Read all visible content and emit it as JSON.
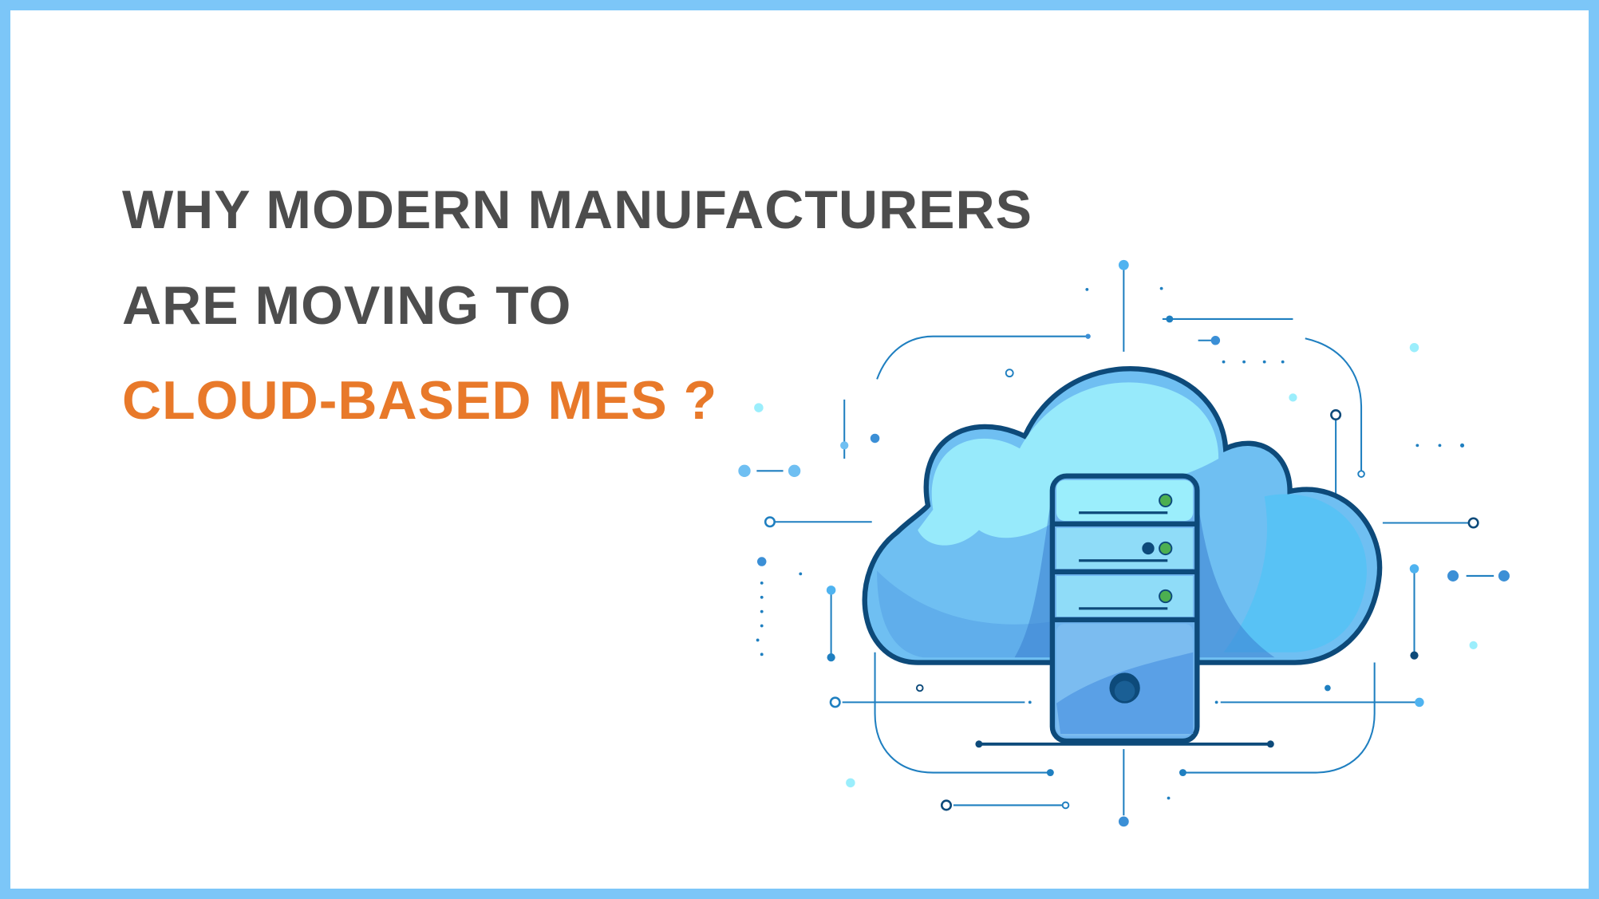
{
  "headline": {
    "line1": "WHY MODERN MANUFACTURERS",
    "line2": "ARE MOVING TO",
    "line3": "CLOUD-BASED MES ?"
  },
  "colors": {
    "border": "#7cc6f8",
    "text_dark": "#4d4d4d",
    "accent_orange": "#e8792a",
    "cloud_light": "#9beefc",
    "cloud_mid": "#6fbff2",
    "outline": "#0d4a7a"
  },
  "illustration": {
    "icon": "cloud-server-icon"
  }
}
